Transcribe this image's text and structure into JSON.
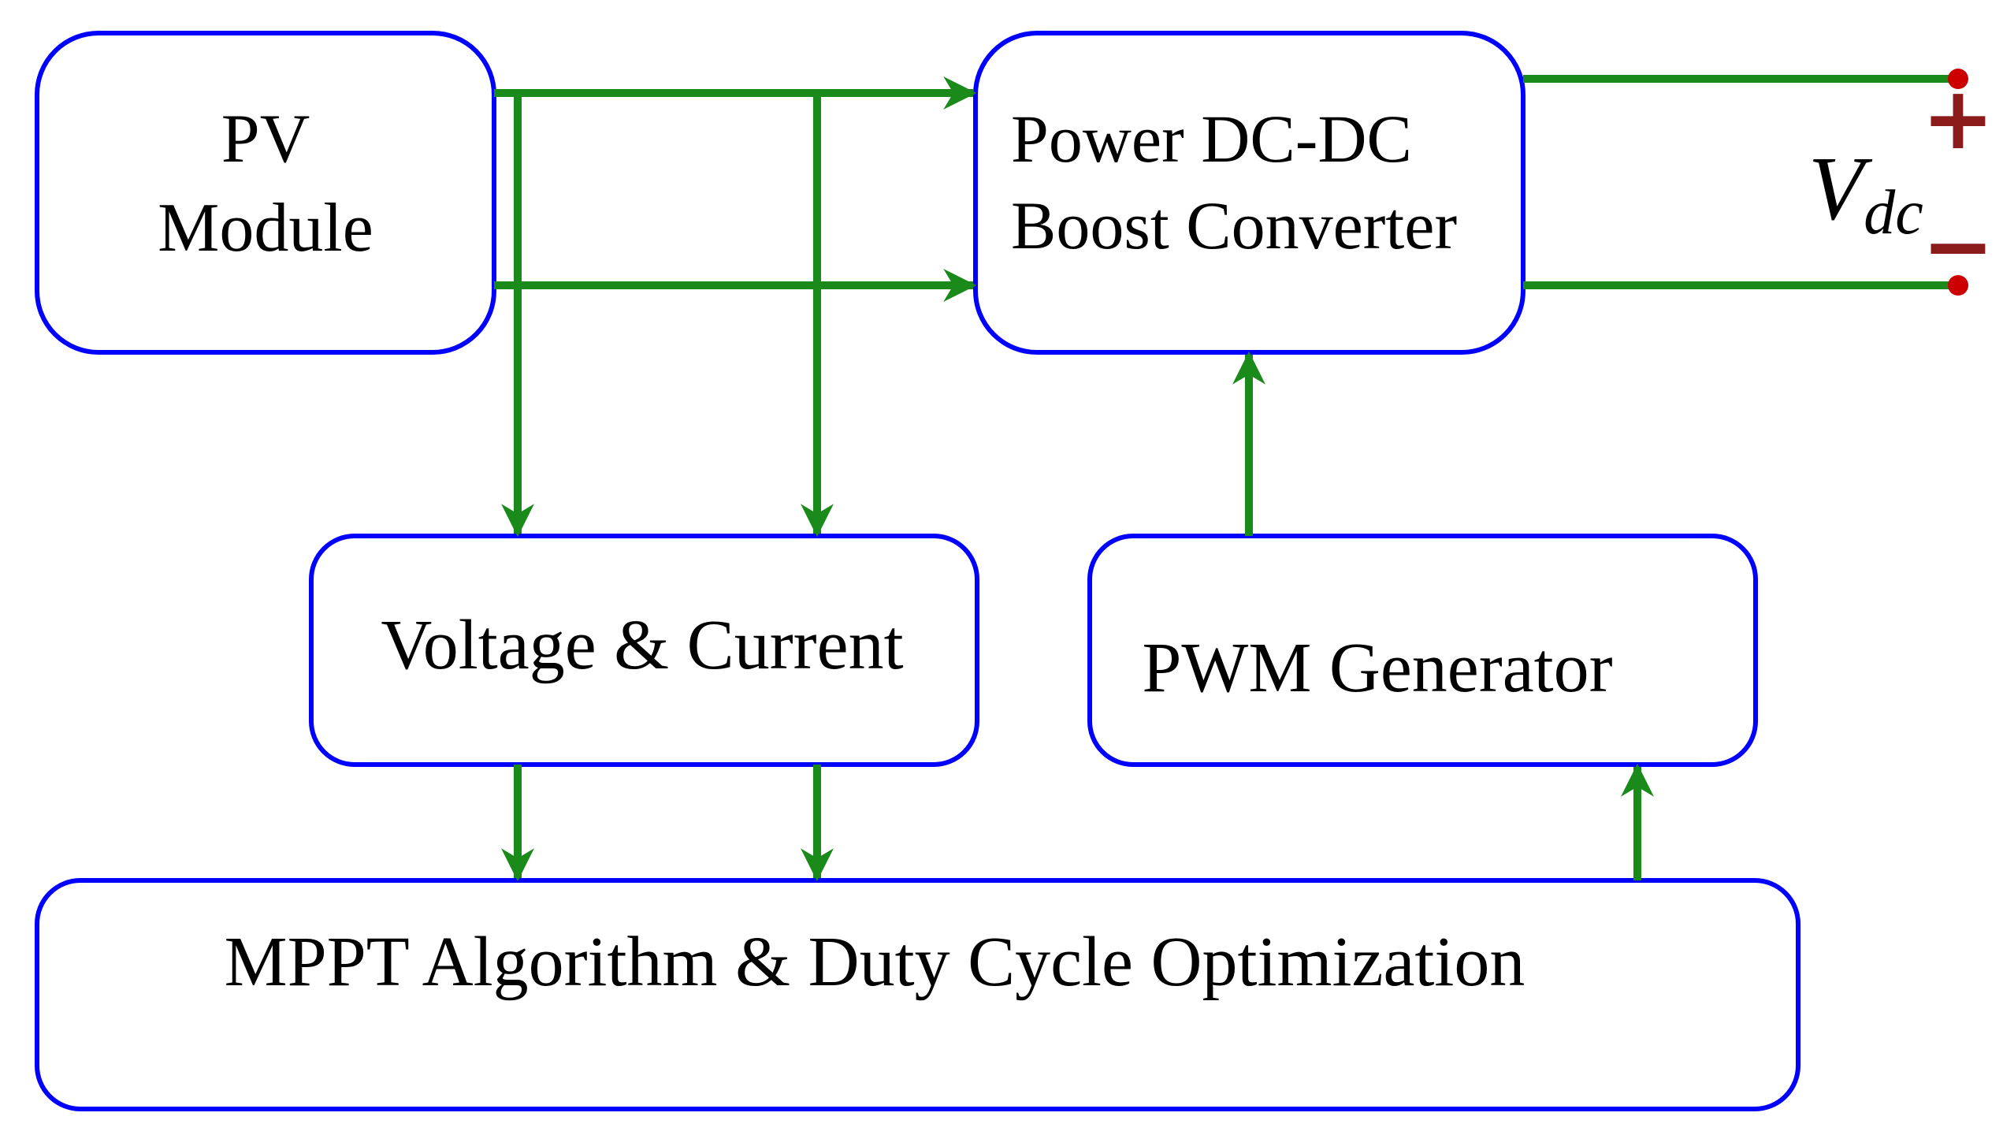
{
  "colors": {
    "block_border": "#0000ff",
    "signal_line": "#1a8a1a",
    "terminal": "#cc0000",
    "polarity_sign": "#8b1a1a",
    "text": "#000000"
  },
  "blocks": {
    "pv_module": {
      "line1": "PV",
      "line2": "Module"
    },
    "boost_converter": {
      "line1": "Power DC-DC",
      "line2": "Boost Converter"
    },
    "voltage_current": {
      "label": "Voltage & Current"
    },
    "pwm_generator": {
      "label": "PWM Generator"
    },
    "mppt": {
      "label": "MPPT Algorithm & Duty Cycle Optimization"
    }
  },
  "output": {
    "symbol": "V",
    "subscript": "dc",
    "plus": "+",
    "minus": "−"
  }
}
